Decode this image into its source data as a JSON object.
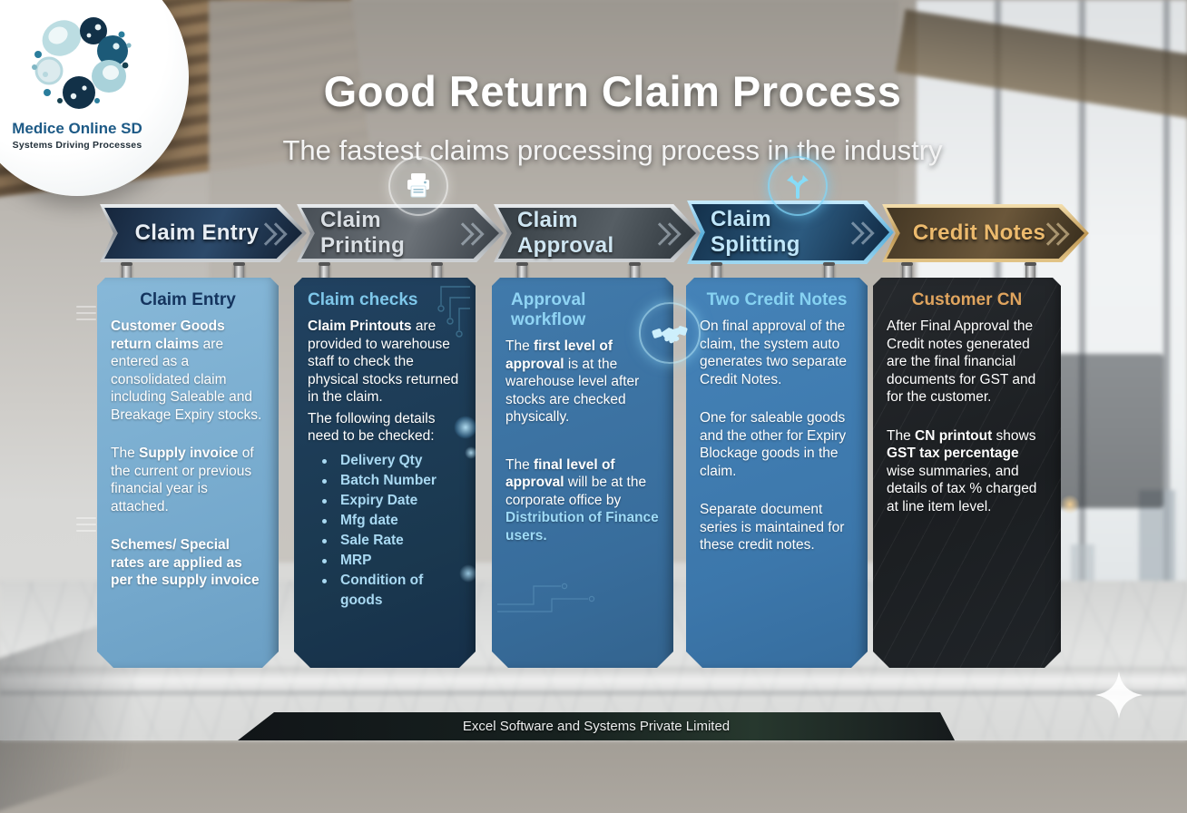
{
  "logo": {
    "title": "Medice Online SD",
    "subtitle": "Systems Driving Processes"
  },
  "header": {
    "title": "Good Return Claim Process",
    "subtitle": "The fastest claims processing process in the industry"
  },
  "banners": [
    {
      "label": "Claim Entry",
      "theme": "navy"
    },
    {
      "label": "Claim Printing",
      "theme": "steel",
      "icon": "printer-icon"
    },
    {
      "label": "Claim Approval",
      "theme": "dark"
    },
    {
      "label": "Claim Splitting",
      "theme": "glow-cyan",
      "icon": "split-arrows-icon"
    },
    {
      "label": "Credit Notes",
      "theme": "gold"
    }
  ],
  "cards": [
    {
      "heading": "Claim Entry",
      "paragraphs": [
        [
          {
            "t": "Customer Goods return claims",
            "b": true
          },
          {
            "t": " are entered as a consolidated claim including Saleable and Breakage Expiry stocks.",
            "b": false
          }
        ],
        [
          {
            "t": "The ",
            "b": false
          },
          {
            "t": "Supply invoice",
            "b": true
          },
          {
            "t": " of the current or previous financial year is attached.",
            "b": false
          }
        ],
        [
          {
            "t": "Schemes/ Special rates are applied as per the supply invoice",
            "b": true
          }
        ]
      ]
    },
    {
      "heading": "Claim checks",
      "paragraphs": [
        [
          {
            "t": "Claim Printouts",
            "b": true
          },
          {
            "t": " are provided to warehouse staff to check the physical stocks returned in the claim.",
            "b": false
          }
        ],
        [
          {
            "t": "The following details need to be checked:",
            "b": false
          }
        ]
      ],
      "bullets": [
        "Delivery Qty",
        "Batch Number",
        "Expiry Date",
        "Mfg date",
        "Sale Rate",
        "MRP",
        "Condition of goods"
      ]
    },
    {
      "heading": "Approval workflow",
      "paragraphs": [
        [
          {
            "t": "The ",
            "b": false
          },
          {
            "t": "first level of approval",
            "b": true
          },
          {
            "t": " is at the warehouse level after stocks are checked physically.",
            "b": false
          }
        ],
        [
          {
            "t": "The ",
            "b": false
          },
          {
            "t": "final level of approval",
            "b": true
          },
          {
            "t": " will be at the corporate office by ",
            "b": false
          },
          {
            "t": "Distribution of Finance users.",
            "b": true,
            "c": "accent"
          }
        ]
      ]
    },
    {
      "heading": "Two Credit Notes",
      "paragraphs": [
        [
          {
            "t": "On final approval of the claim, the system auto generates two separate Credit Notes.",
            "b": false
          }
        ],
        [
          {
            "t": "One for saleable goods and the other for Expiry Blockage goods in the claim.",
            "b": false
          }
        ],
        [
          {
            "t": "Separate document series is maintained for these credit notes.",
            "b": false
          }
        ]
      ]
    },
    {
      "heading": "Customer CN",
      "paragraphs": [
        [
          {
            "t": "After Final Approval the Credit notes generated are the final financial documents for GST and for the customer.",
            "b": false
          }
        ],
        [
          {
            "t": "The ",
            "b": false
          },
          {
            "t": "CN printout",
            "b": true
          },
          {
            "t": " shows ",
            "b": false
          },
          {
            "t": "GST tax percentage",
            "b": true
          },
          {
            "t": " wise summaries, and details of tax % charged at line item level.",
            "b": false
          }
        ]
      ]
    }
  ],
  "footer": {
    "company": "Excel Software and Systems Private Limited"
  },
  "icons": {
    "printer": "printer-icon",
    "split_arrows": "split-arrows-icon",
    "handshake": "handshake-icon",
    "sparkle": "sparkle-star-icon",
    "logo": "medice-pills-logo-icon"
  },
  "colors": {
    "card_light_blue": "#7cb0d4",
    "card_dark_navy": "#1c3a55",
    "card_medium_blue": "#3a6f9f",
    "card_steel_blue": "#3f7cb1",
    "card_black_marble": "#202427",
    "heading_navy": "#14345e",
    "heading_light_blue": "#7ec7ea",
    "heading_gold": "#dfa45e",
    "banner_glow_cyan": "#5fc8f5",
    "banner_gold_text": "#ecba6d",
    "bullet_blue": "#a9d9f2"
  }
}
